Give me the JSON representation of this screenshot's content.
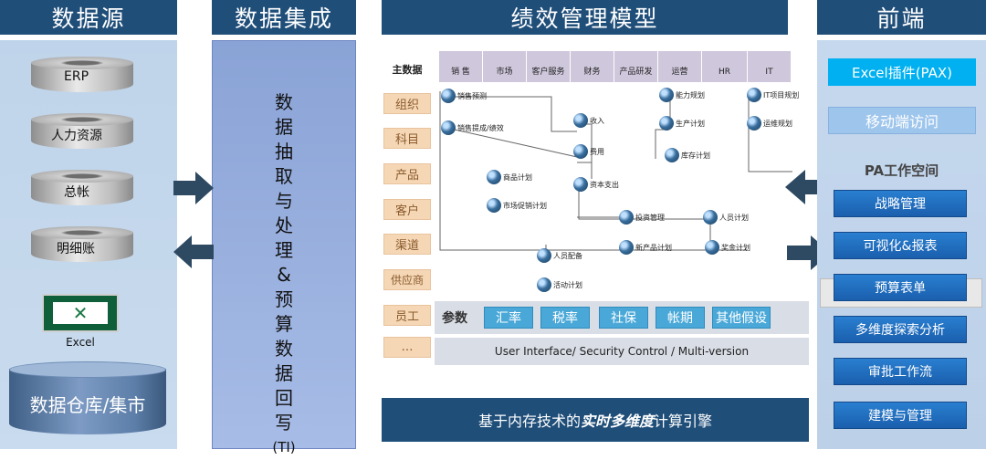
{
  "headers": {
    "source": "数据源",
    "integration": "数据集成",
    "model": "绩效管理模型",
    "frontend": "前端"
  },
  "sources": [
    "ERP",
    "人力资源",
    "总帐",
    "明细账"
  ],
  "excel_label": "Excel",
  "warehouse_label": "数据仓库/集市",
  "integration_text": [
    "数",
    "据",
    "抽",
    "取",
    "与",
    "处",
    "理",
    "&",
    "预",
    "算",
    "数",
    "据",
    "回",
    "写",
    "(TI)"
  ],
  "model": {
    "master_data_label": "主数据",
    "departments": [
      "销 售",
      "市场",
      "客户服务",
      "财务",
      "产品研发",
      "运营",
      "HR",
      "IT"
    ],
    "dimensions": [
      "组织",
      "科目",
      "产品",
      "客户",
      "渠道",
      "供应商",
      "员工",
      "…"
    ],
    "nodes": [
      "销售预测",
      "销售提成/绩效",
      "收入",
      "费用",
      "资本支出",
      "能力规划",
      "生产计划",
      "库存计划",
      "IT项目规划",
      "运维规划",
      "商品计划",
      "市场促销计划",
      "投资管理",
      "人员计划",
      "人员配备",
      "新产品计划",
      "奖金计划",
      "活动计划"
    ],
    "params_label": "参数",
    "params": [
      "汇率",
      "税率",
      "社保",
      "帐期",
      "其他假设"
    ],
    "ui_bar": "User Interface/ Security Control / Multi-version",
    "engine_prefix": "基于内存技术的",
    "engine_emph": "实时多维度",
    "engine_suffix": "计算引擎"
  },
  "frontend": {
    "excel_plugin": "Excel插件(PAX)",
    "mobile": "移动端访问",
    "workspace_title": "PA工作空间",
    "items": [
      "战略管理",
      "可视化&报表",
      "预算表单",
      "多维度探索分析",
      "审批工作流",
      "建模与管理"
    ]
  },
  "colors": {
    "header": "#1f4e79",
    "accent_blue": "#1a5fae",
    "cyan": "#00b0f0",
    "arrow": "#2e4a62"
  }
}
